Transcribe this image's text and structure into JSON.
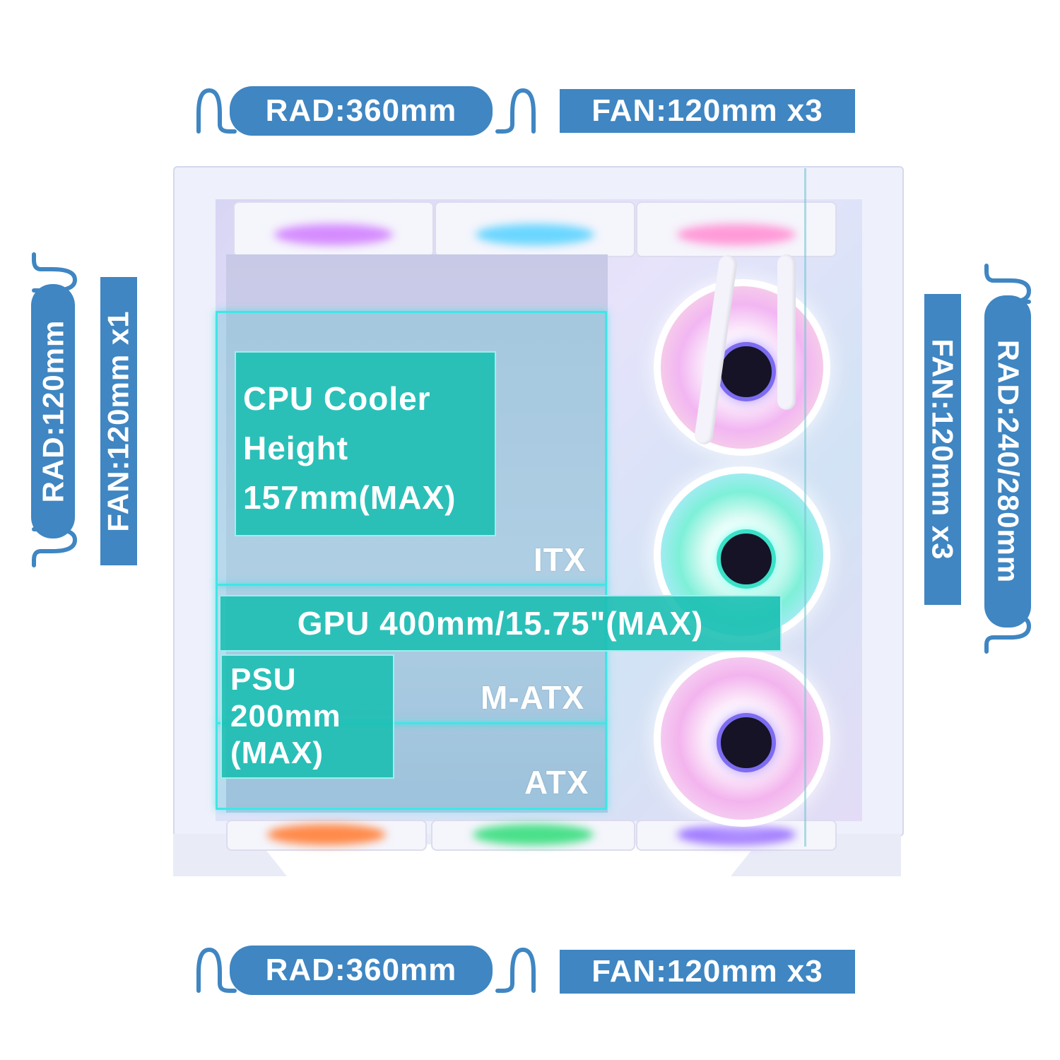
{
  "top": {
    "rad_label": "RAD:360mm",
    "fan_label": "FAN:120mm x3"
  },
  "bottom": {
    "rad_label": "RAD:360mm",
    "fan_label": "FAN:120mm x3"
  },
  "left": {
    "rad_label": "RAD:120mm",
    "fan_label": "FAN:120mm x1"
  },
  "right": {
    "fan_label": "FAN:120mm x3",
    "rad_label": "RAD:240/280mm"
  },
  "cpu_cooler": {
    "line1": "CPU Cooler",
    "line2": "Height",
    "line3": "157mm(MAX)"
  },
  "gpu": {
    "label": "GPU 400mm/15.75\"(MAX)"
  },
  "psu": {
    "line1": "PSU",
    "line2": "200mm",
    "line3": "(MAX)"
  },
  "form_factors": {
    "itx": "ITX",
    "matx": "M-ATX",
    "atx": "ATX"
  },
  "colors": {
    "label_blue": "#3f86c2",
    "teal_panel": "#18beb2",
    "teal_border": "#40e6e6"
  }
}
